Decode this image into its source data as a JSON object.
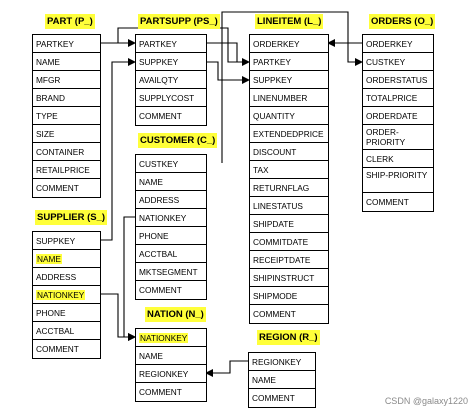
{
  "tables": {
    "part": {
      "title": "PART (P_)",
      "rows": [
        "PARTKEY",
        "NAME",
        "MFGR",
        "BRAND",
        "TYPE",
        "SIZE",
        "CONTAINER",
        "RETAILPRICE",
        "COMMENT"
      ]
    },
    "partsupp": {
      "title": "PARTSUPP (PS_)",
      "rows": [
        "PARTKEY",
        "SUPPKEY",
        "AVAILQTY",
        "SUPPLYCOST",
        "COMMENT"
      ]
    },
    "lineitem": {
      "title": "LINEITEM (L_)",
      "rows": [
        "ORDERKEY",
        "PARTKEY",
        "SUPPKEY",
        "LINENUMBER",
        "QUANTITY",
        "EXTENDEDPRICE",
        "DISCOUNT",
        "TAX",
        "RETURNFLAG",
        "LINESTATUS",
        "SHIPDATE",
        "COMMITDATE",
        "RECEIPTDATE",
        "SHIPINSTRUCT",
        "SHIPMODE",
        "COMMENT"
      ]
    },
    "orders": {
      "title": "ORDERS (O_)",
      "rows": [
        "ORDERKEY",
        "CUSTKEY",
        "ORDERSTATUS",
        "TOTALPRICE",
        "ORDERDATE",
        "ORDER-PRIORITY",
        "CLERK",
        "SHIP-PRIORITY",
        "COMMENT"
      ]
    },
    "customer": {
      "title": "CUSTOMER (C_)",
      "rows": [
        "CUSTKEY",
        "NAME",
        "ADDRESS",
        "NATIONKEY",
        "PHONE",
        "ACCTBAL",
        "MKTSEGMENT",
        "COMMENT"
      ]
    },
    "supplier": {
      "title": "SUPPLIER (S_)",
      "rows": [
        "SUPPKEY",
        "NAME",
        "ADDRESS",
        "NATIONKEY",
        "PHONE",
        "ACCTBAL",
        "COMMENT"
      ]
    },
    "nation": {
      "title": "NATION (N_)",
      "rows": [
        "NATIONKEY",
        "NAME",
        "REGIONKEY",
        "COMMENT"
      ]
    },
    "region": {
      "title": "REGION (R_)",
      "rows": [
        "REGIONKEY",
        "NAME",
        "COMMENT"
      ]
    }
  },
  "watermark": "CSDN @galaxy1220",
  "colors": {
    "highlight": "#ffff3a",
    "line": "#000000"
  }
}
